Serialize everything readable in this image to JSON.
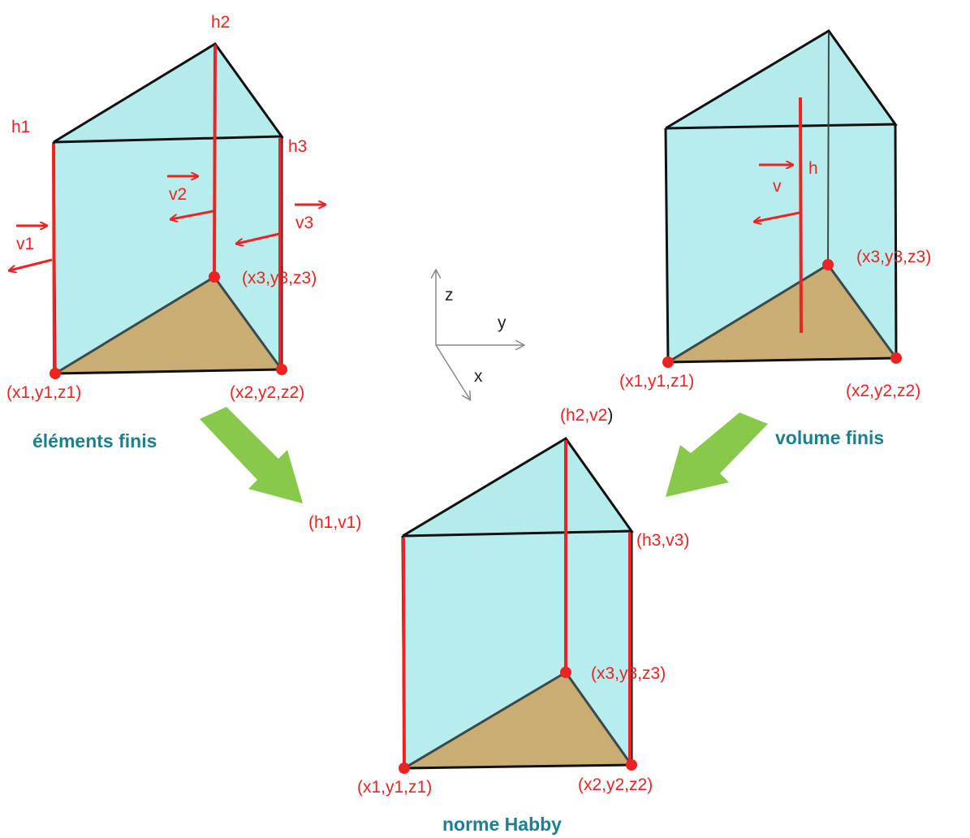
{
  "colors": {
    "face": "#b4ecec",
    "base": "#c9ad72",
    "edge": "#111111",
    "red": "#ee2222",
    "arrow_green": "#88c84a",
    "caption": "#1e7f8e",
    "axis": "#888888"
  },
  "prism_fe": {
    "h1": "h1",
    "h2": "h2",
    "h3": "h3",
    "v1": "v1",
    "v2": "v2",
    "v3": "v3",
    "p1": "(x1,y1,z1)",
    "p2": "(x2,y2,z2)",
    "p3": "(x3,y3,z3)"
  },
  "prism_vf": {
    "h": "h",
    "v": "v",
    "p1": "(x1,y1,z1)",
    "p2": "(x2,y2,z2)",
    "p3": "(x3,y3,z3)"
  },
  "prism_hab": {
    "n1": "(h1,v1)",
    "n2_open": "(h2,v2",
    "n2_close": ")",
    "n3": "(h3,v3)",
    "p1": "(x1,y1,z1)",
    "p2": "(x2,y2,z2)",
    "p3": "(x3,y3,z3)"
  },
  "axes": {
    "z": "z",
    "y": "y",
    "x": "x"
  },
  "captions": {
    "finite_elements": "éléments finis",
    "finite_volume": "volume finis",
    "habby_norm": "norme Habby"
  }
}
